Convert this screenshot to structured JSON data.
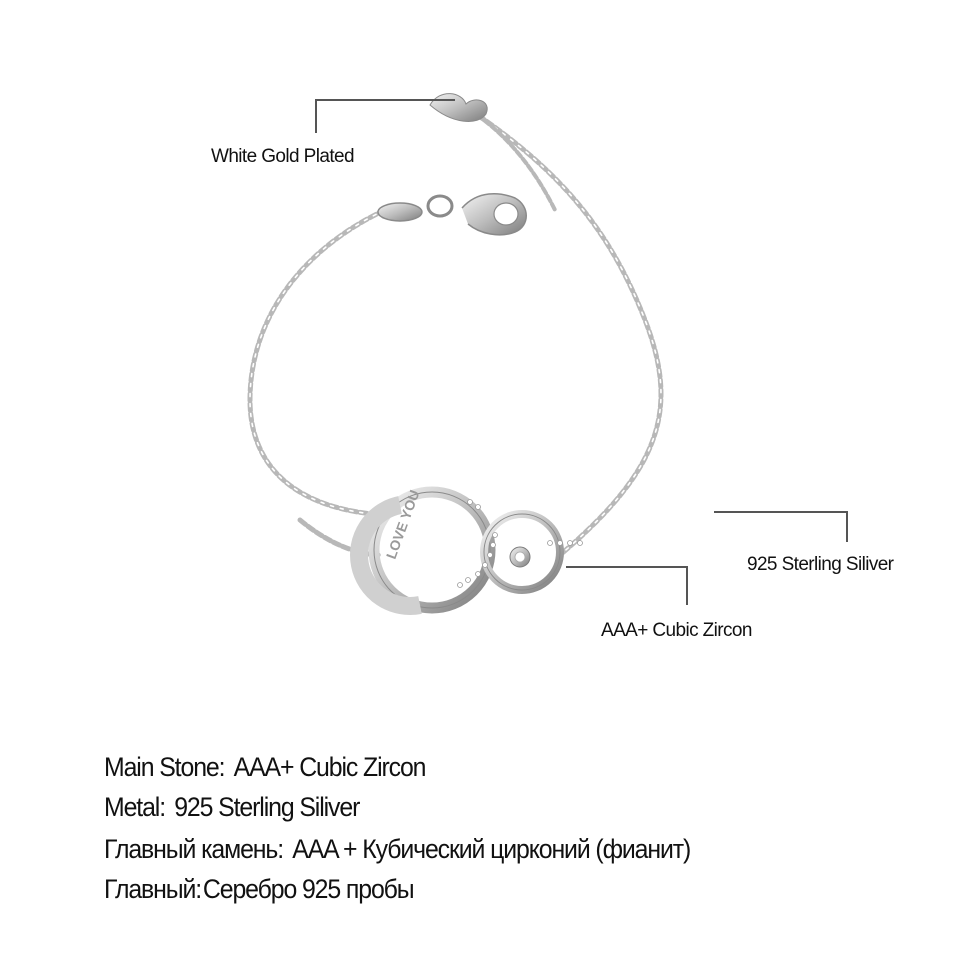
{
  "callouts": [
    {
      "id": "plating",
      "label": "White Gold Plated"
    },
    {
      "id": "metal",
      "label": "925 Sterling Siliver"
    },
    {
      "id": "stone",
      "label": "AAA+ Cubic Zircon"
    }
  ],
  "pendant": {
    "engraving": "LOVE YOU"
  },
  "specs": [
    {
      "key": "Main Stone:",
      "value": "AAA+ Cubic Zircon"
    },
    {
      "key": "Metal:",
      "value": "925 Sterling Siliver"
    },
    {
      "key": "Главный камень:",
      "value": "AAA + Кубический цирконий (фианит)"
    },
    {
      "key": "Главный:",
      "value": "Серебро 925 пробы"
    }
  ],
  "colors": {
    "background": "#ffffff",
    "text": "#111111",
    "leader_line": "#555555",
    "silver_dark": "#8a8a8a",
    "silver_light": "#e6e6e6"
  }
}
